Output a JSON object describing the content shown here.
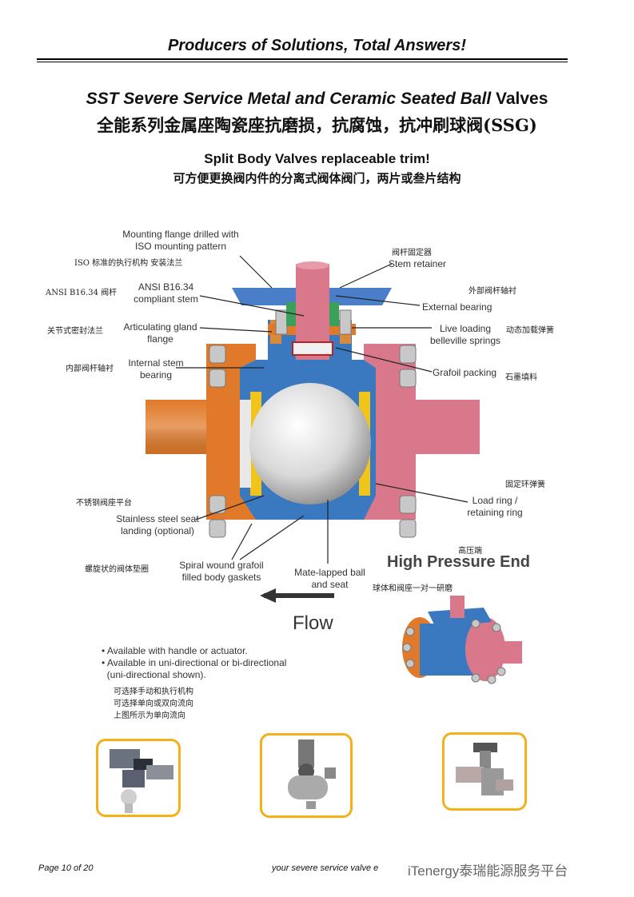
{
  "header": "Producers of Solutions, Total Answers!",
  "title": {
    "en_italic": "SST Severe Service Metal and Ceramic Seated Ball",
    "en_plain": " Valves",
    "cn": "全能系列金属座陶瓷座抗磨损，抗腐蚀，抗冲刷球阀(SSG)"
  },
  "subtitle": {
    "en": "Split Body Valves replaceable trim!",
    "cn": "可方便更换阀内件的分离式阀体阀门，两片或叁片结构"
  },
  "labels": {
    "mounting_flange": "Mounting flange drilled with ISO mounting pattern",
    "mounting_flange_cn": "ISO 标准的执行机构 安装法兰",
    "ansi_stem": "ANSI B16.34 compliant stem",
    "ansi_stem_cn": "ANSI B16.34 阀杆",
    "articulating_gland": "Articulating gland flange",
    "articulating_gland_cn": "关节式密封法兰",
    "internal_stem": "Internal stem bearing",
    "internal_stem_cn": "内部阀杆轴衬",
    "stem_retainer_cn": "阀杆固定器",
    "stem_retainer": "Stem retainer",
    "external_bearing_cn": "外部阀杆轴衬",
    "external_bearing": "External bearing",
    "live_loading": "Live loading belleville springs",
    "live_loading_cn": "动态加载弹簧",
    "grafoil_packing": "Grafoil packing",
    "grafoil_packing_cn": "石墨填料",
    "load_ring_cn": "固定环弹簧",
    "load_ring": "Load ring / retaining ring",
    "stainless_cn": "不锈钢阀座平台",
    "stainless": "Stainless steel seat landing (optional)",
    "spiral_cn": "螺旋状的阀体垫圈",
    "spiral": "Spiral wound grafoil filled body gaskets",
    "mate_lapped": "Mate-lapped ball and seat",
    "mate_lapped_cn": "球体和阀座一对一研磨",
    "high_pressure_cn": "高压端",
    "high_pressure": "High Pressure End",
    "flow": "Flow"
  },
  "bullets": [
    "• Available with handle or actuator.",
    "• Available in uni-directional or bi-directional",
    "  (uni-directional shown)."
  ],
  "cn_notes": [
    "可选择手动和执行机构",
    "可选择单向或双向流向",
    "上图所示为单向流向"
  ],
  "footer": {
    "page": "Page 10 of 20",
    "tagline": "your severe service valve e",
    "watermark": "iTenergy泰瑞能源服务平台"
  },
  "colors": {
    "orange": "#e07a2a",
    "pink": "#d8788a",
    "blue": "#3a78c0",
    "yellow": "#f0c419",
    "thumb_border": "#f4b019"
  }
}
